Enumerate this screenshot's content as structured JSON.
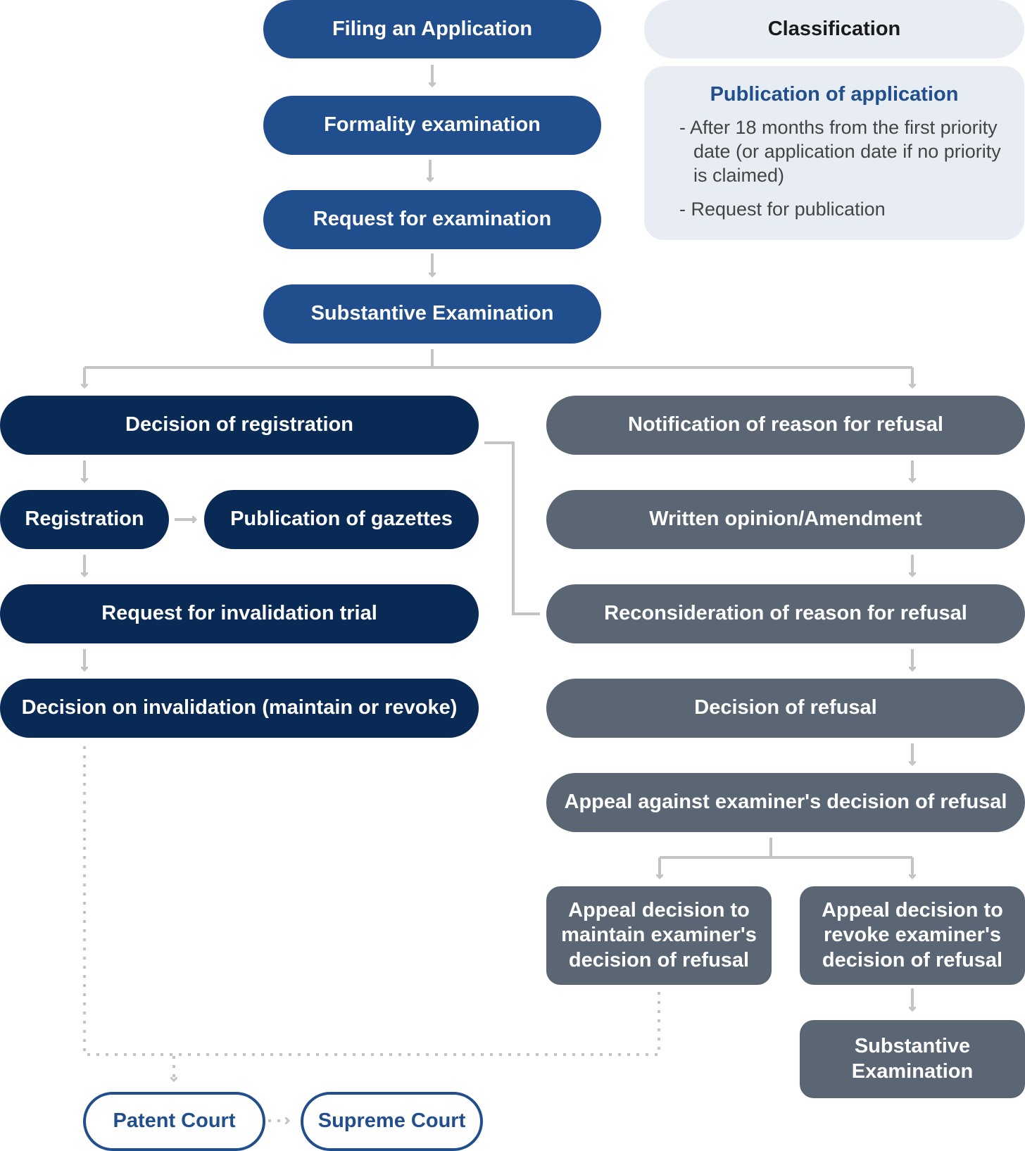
{
  "flow": {
    "filing": "Filing an Application",
    "formality": "Formality examination",
    "request_exam": "Request for examination",
    "substantive": "Substantive Examination"
  },
  "classification": {
    "header": "Classification",
    "title": "Publication of application",
    "items": [
      "- After 18 months from the first priority date (or application date if no priority is claimed)",
      "- Request for publication"
    ]
  },
  "left_branch": {
    "decision_registration": "Decision of registration",
    "registration": "Registration",
    "publication_gazettes": "Publication of gazettes",
    "request_invalidation": "Request for invalidation trial",
    "decision_invalidation": "Decision on invalidation (maintain or revoke)"
  },
  "right_branch": {
    "notification": "Notification of reason for refusal",
    "written_opinion": "Written opinion/Amendment",
    "reconsideration": "Reconsideration of reason for refusal",
    "decision_refusal": "Decision of refusal",
    "appeal": "Appeal against examiner's decision of refusal",
    "appeal_maintain": "Appeal decision to maintain examiner's decision of refusal",
    "appeal_revoke": "Appeal decision to revoke examiner's decision of refusal",
    "substantive_again": "Substantive Examination"
  },
  "courts": {
    "patent": "Patent Court",
    "supreme": "Supreme Court"
  },
  "colors": {
    "main_flow": "#214e8c",
    "registration_branch": "#0a2a56",
    "refusal_branch": "#5b6675",
    "classification_bg": "#e8edf3",
    "connector": "#c4c4c4"
  }
}
